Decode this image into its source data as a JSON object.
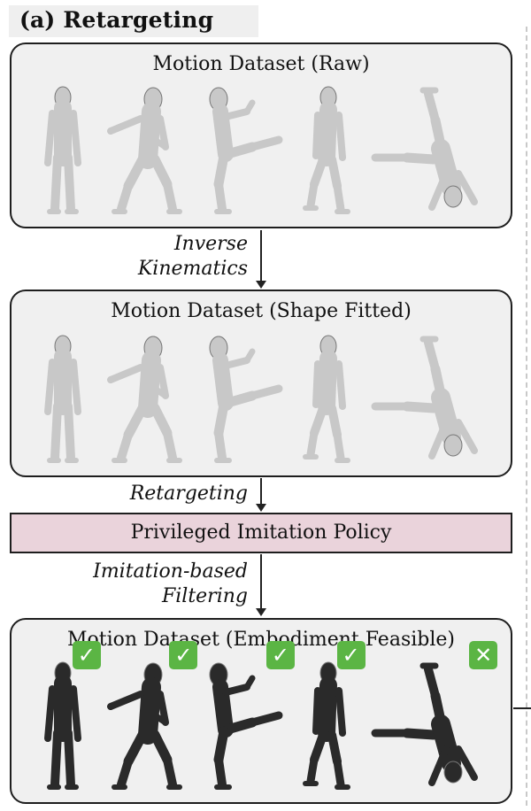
{
  "title": "(a) Retargeting",
  "colors": {
    "panel_bg": "#f0f0f0",
    "policy_bg": "#ead3db",
    "human_figure": "#c8c8c8",
    "robot_figure": "#2a2a2a",
    "check_green": "#5bb544",
    "cross_green": "#5bb544"
  },
  "panels": {
    "raw": {
      "title": "Motion Dataset (Raw)",
      "figures": [
        "standing",
        "arms-out-stance",
        "kick",
        "walking",
        "handstand"
      ]
    },
    "fitted": {
      "title": "Motion Dataset (Shape Fitted)",
      "figures": [
        "standing",
        "arms-out-stance",
        "kick",
        "walking",
        "handstand"
      ]
    },
    "feasible": {
      "title": "Motion Dataset (Embodiment Feasible)",
      "figures": [
        {
          "pose": "standing",
          "status": "check"
        },
        {
          "pose": "arms-out-stance",
          "status": "check"
        },
        {
          "pose": "kick",
          "status": "check"
        },
        {
          "pose": "walking",
          "status": "check"
        },
        {
          "pose": "handstand",
          "status": "cross"
        }
      ]
    }
  },
  "steps": {
    "inverse_kinematics": [
      "Inverse",
      "Kinematics"
    ],
    "retargeting": "Retargeting",
    "imitation_filtering": [
      "Imitation-based",
      "Filtering"
    ]
  },
  "policy_box": "Privileged Imitation Policy",
  "icons": {
    "check": "✓",
    "cross": "✕"
  }
}
